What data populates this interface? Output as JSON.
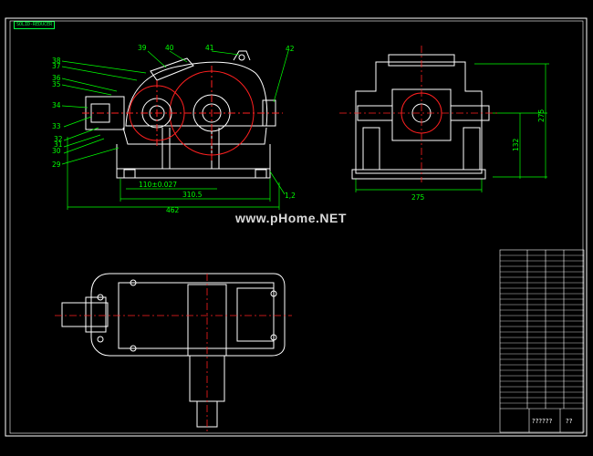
{
  "drawing": {
    "file_tag": "SOLID-REDUCER",
    "watermark": "www.pHome.NET",
    "front_view": {
      "part_numbers": [
        "38",
        "37",
        "36",
        "35",
        "34",
        "33",
        "32",
        "31",
        "30",
        "29",
        "39",
        "40",
        "41",
        "42",
        "1,2"
      ],
      "dimensions": [
        "110±0.027",
        "310.5",
        "462"
      ]
    },
    "side_view": {
      "dimensions": [
        "275",
        "132",
        "275"
      ]
    },
    "title_block": {
      "footer_left": "??????",
      "footer_right": "??"
    }
  },
  "colors": {
    "background": "#000000",
    "outline": "#ffffff",
    "leader": "#00ff00",
    "centerline": "#ff2020",
    "section": "#ff2020"
  }
}
